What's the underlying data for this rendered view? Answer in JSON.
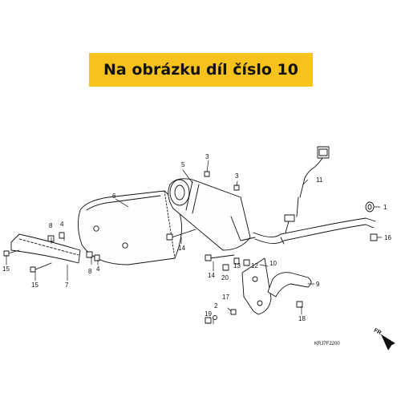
{
  "banner": {
    "text": "Na obrázku díl číslo 10"
  },
  "callouts": {
    "c1": "1",
    "c2": "2",
    "c3a": "3",
    "c3b": "3",
    "c4a": "4",
    "c4b": "4",
    "c5": "5",
    "c6": "6",
    "c7": "7",
    "c8a": "8",
    "c8b": "8",
    "c9": "9",
    "c10": "10",
    "c11": "11",
    "c12": "12",
    "c13": "13",
    "c14a": "14",
    "c14b": "14",
    "c15a": "15",
    "c15b": "15",
    "c16": "16",
    "c17": "17",
    "c18": "18",
    "c19": "19",
    "c20": "20"
  },
  "diagram_code": "KRJ7F2200",
  "direction_label": "FR.",
  "colors": {
    "banner_bg": "#f8c21c",
    "line": "#111111"
  }
}
